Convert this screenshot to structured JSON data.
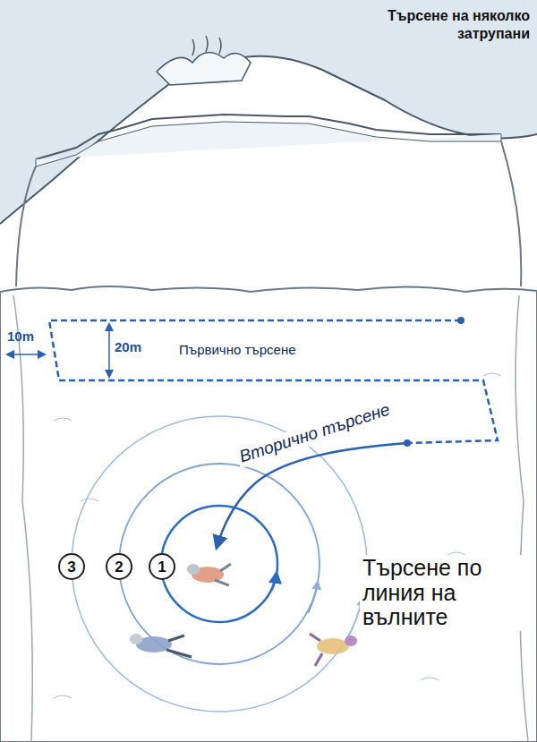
{
  "diagram": {
    "title": "Търсене на няколко затрупани",
    "nodes": [
      {
        "text": [
          "3"
        ]
      },
      {
        "text": [
          "2"
        ]
      },
      {
        "text": [
          "1"
        ]
      }
    ],
    "labels": [
      "10m",
      "20m",
      "Първично търсене",
      "Вторично търсене",
      "Търсене по линия на вълните"
    ]
  }
}
